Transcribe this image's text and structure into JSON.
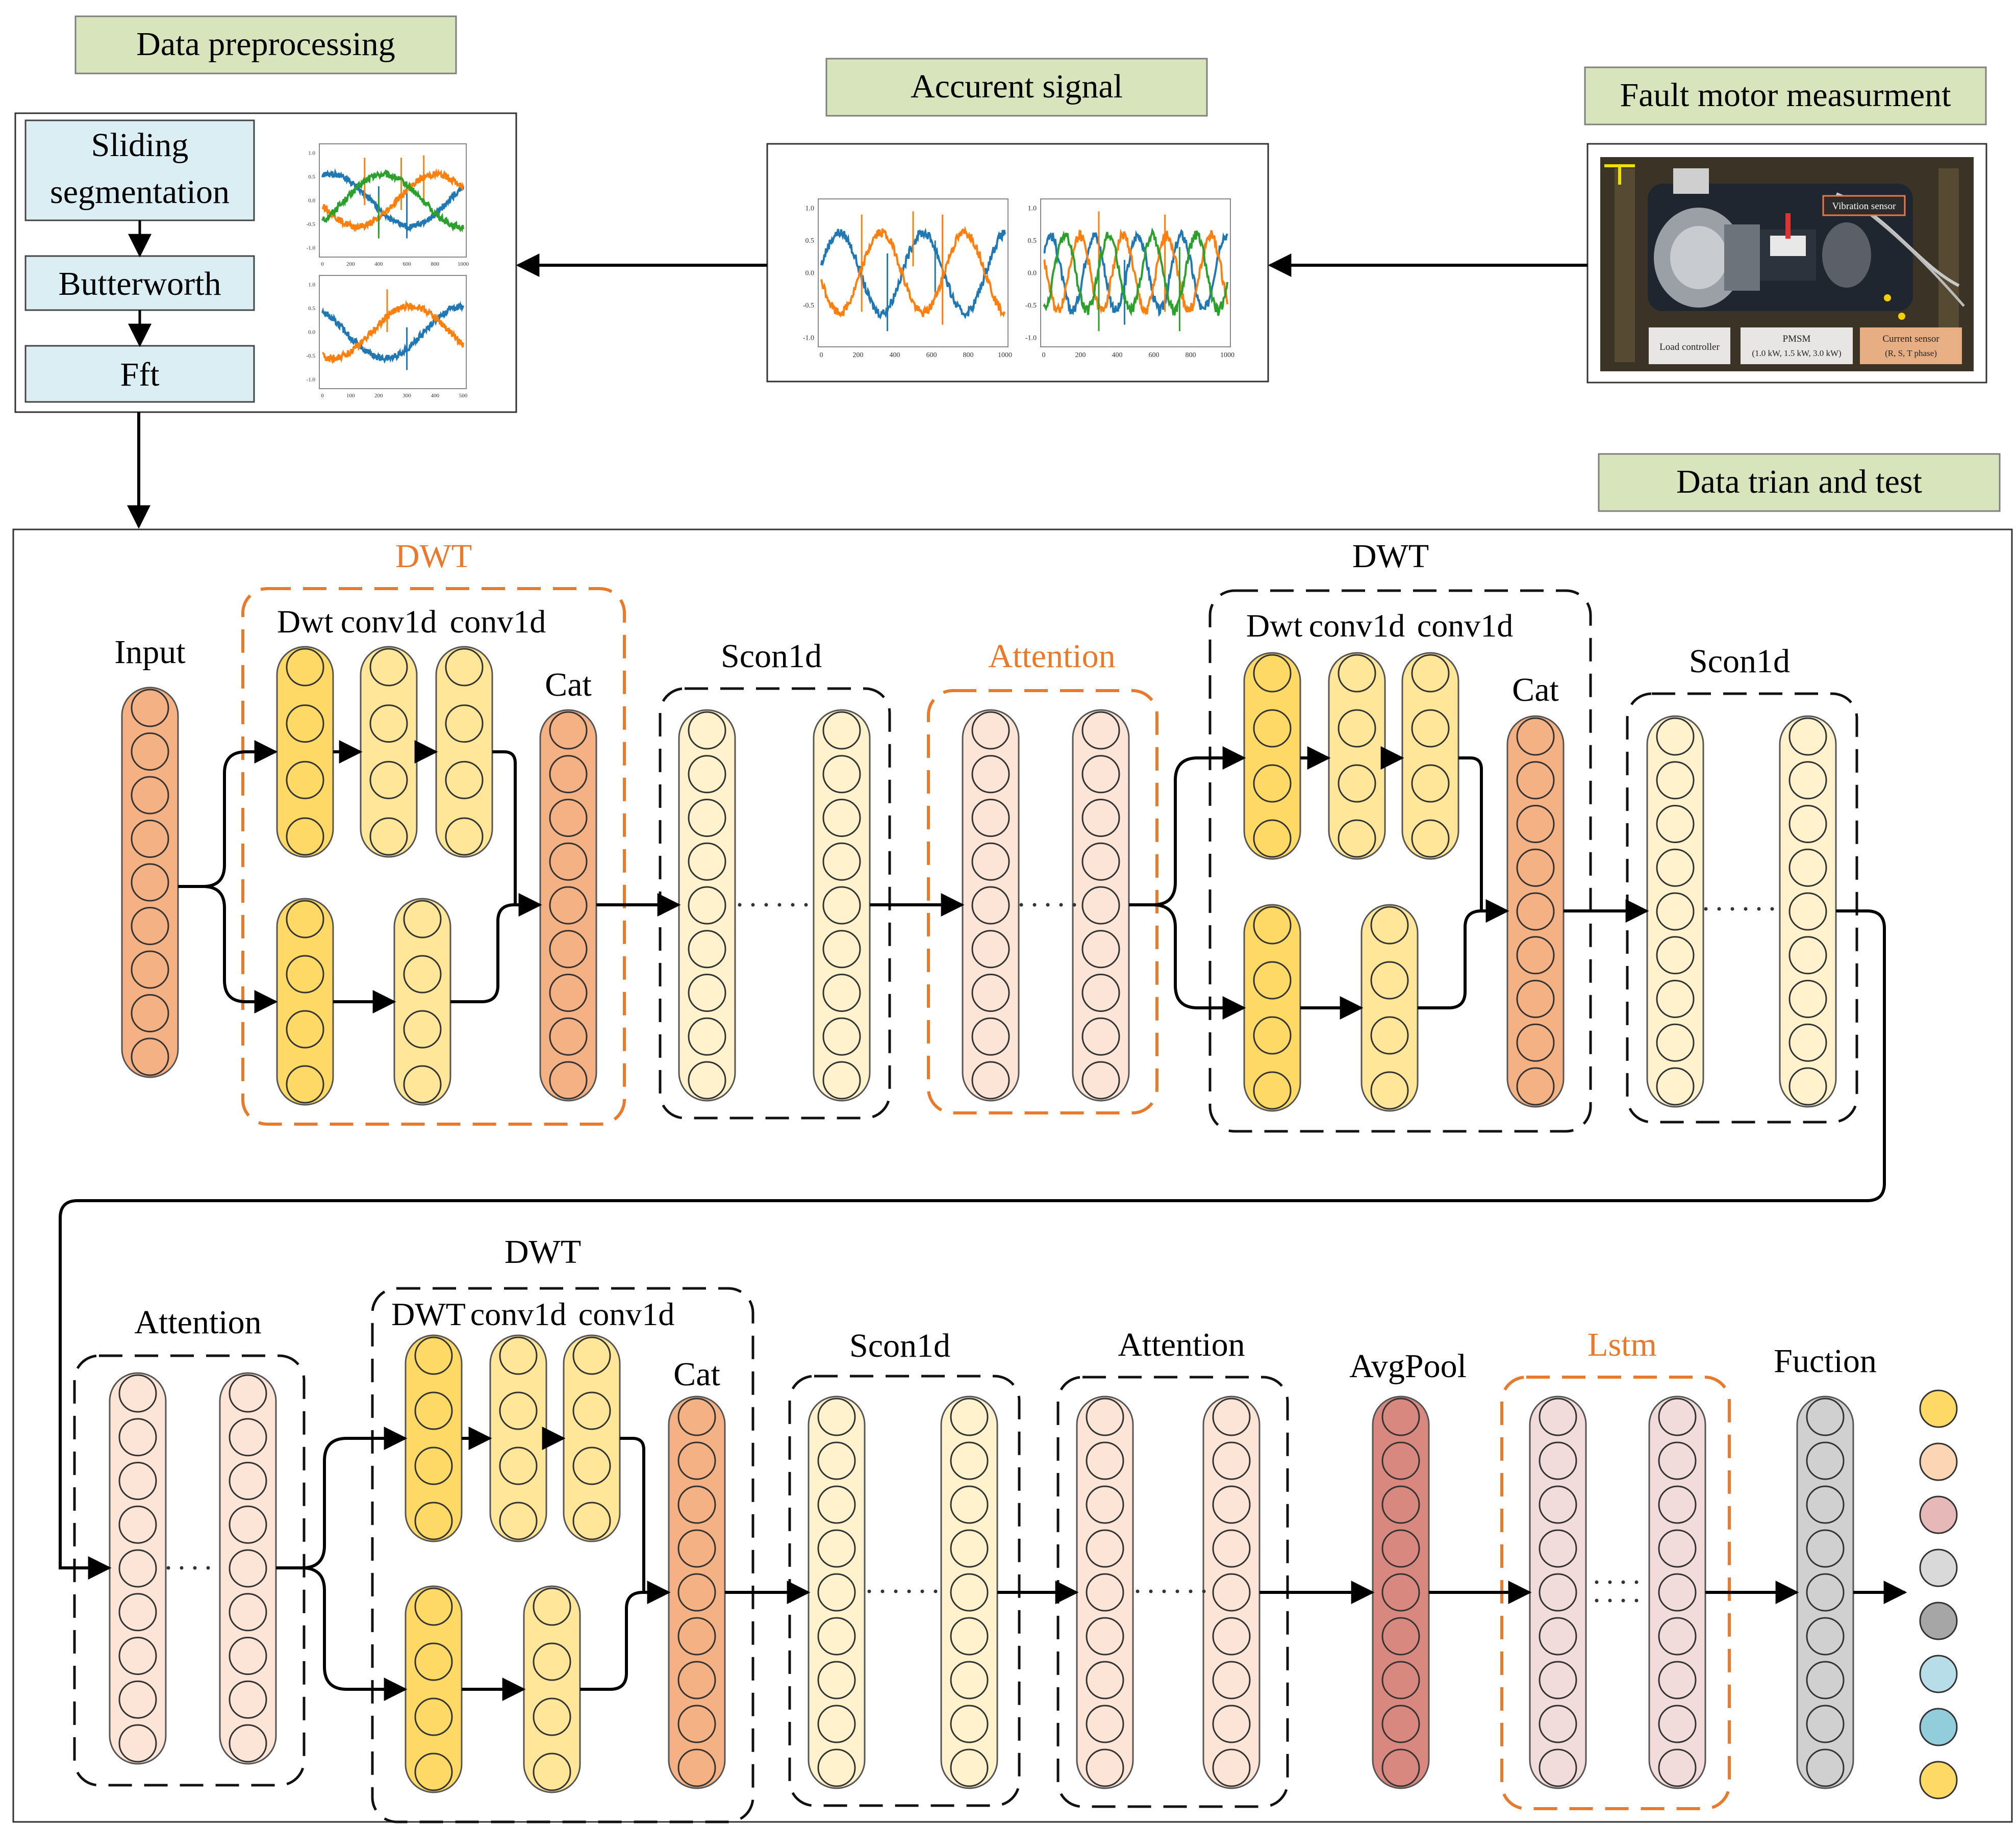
{
  "headers": {
    "preprocessing": "Data preprocessing",
    "signal": "Accurent signal",
    "measurement": "Fault motor measurment",
    "train": "Data trian and test"
  },
  "preprocessing_steps": [
    "Sliding segmentation",
    "Butterworth",
    "Fft"
  ],
  "plot_ticks": {
    "y": [
      "1.0",
      "0.5",
      "0.0",
      "-0.5",
      "-1.0"
    ],
    "x_signal": [
      "0",
      "200",
      "400",
      "600",
      "800",
      "1000"
    ],
    "x_pre": [
      "0",
      "100",
      "200",
      "300",
      "400",
      "500"
    ]
  },
  "photo_labels": {
    "vibration": "Vibration sensor",
    "load": "Load controller",
    "pmsm": "PMSM",
    "pmsm_sub": "(1.0 kW, 1.5 kW, 3.0 kW)",
    "current": "Current sensor",
    "current_sub": "(R, S, T phase)"
  },
  "row1": {
    "input": "Input",
    "dwt1": "DWT",
    "dwt1_cols": [
      "Dwt",
      "conv1d",
      "conv1d"
    ],
    "cat1": "Cat",
    "scon1": "Scon1d",
    "att1": "Attention",
    "dwt2": "DWT",
    "dwt2_cols": [
      "Dwt",
      "conv1d",
      "conv1d"
    ],
    "cat2": "Cat",
    "scon2": "Scon1d"
  },
  "row2": {
    "att2": "Attention",
    "dwt3": "DWT",
    "dwt3_cols": [
      "DWT",
      "conv1d",
      "conv1d"
    ],
    "cat3": "Cat",
    "scon3": "Scon1d",
    "att3": "Attention",
    "avgpool": "AvgPool",
    "lstm": "Lstm",
    "fuction": "Fuction"
  },
  "colors": {
    "orange_accent": "#E97A2C",
    "box_green": "#D8E4BC",
    "box_blue": "#DBEEF4",
    "input": "#F4B183",
    "dwt": "#FFD966",
    "conv": "#FFE699",
    "scon": "#FFF2CC",
    "attention": "#FCE4D6",
    "avgpool": "#D98880",
    "lstm": "#F2DCDB",
    "fuction": "#D0D0D0",
    "series_blue": "#1F77B4",
    "series_orange": "#FF7F0E",
    "series_green": "#2CA02C"
  },
  "output_colors": [
    "#FFD966",
    "#FCD5B5",
    "#E6B9B8",
    "#D9D9D9",
    "#A6A6A6",
    "#B7DEE8",
    "#92CDDC",
    "#FFD966"
  ]
}
